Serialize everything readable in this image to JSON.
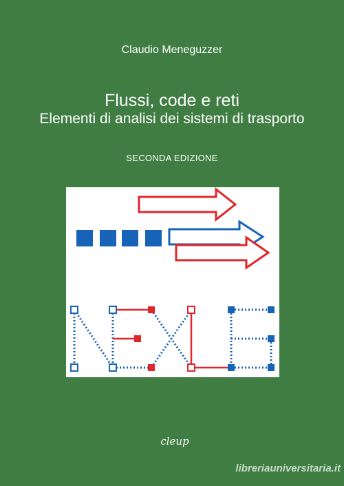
{
  "cover": {
    "author": "Claudio Meneguzzer",
    "title": "Flussi, code e reti",
    "subtitle": "Elementi di analisi dei sistemi di trasporto",
    "edition": "SECONDA EDIZIONE",
    "publisher": "cleup",
    "watermark": "libreriauniversitaria.it"
  },
  "colors": {
    "background": "#3f7d43",
    "blue": "#1763b8",
    "red": "#e0262b",
    "white": "#ffffff"
  }
}
